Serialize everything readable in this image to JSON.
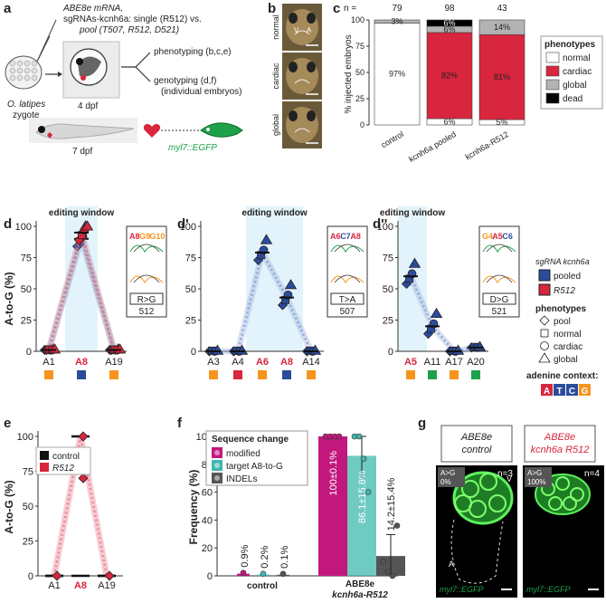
{
  "panels": {
    "a": {
      "label": "a",
      "line1": "ABE8e mRNA,",
      "line2": "sgRNAs-kcnh6a: single (R512) vs.",
      "line3": "pool (T507, R512, D521)",
      "zygote": "O. latipes",
      "zygote2": "zygote",
      "stage1": "4 dpf",
      "pheno": "phenotyping (b,c,e)",
      "geno1": "genotyping (d,f)",
      "geno2": "(individual embryos)",
      "stage2": "7 dpf",
      "reporter": "myl7::EGFP"
    },
    "b": {
      "label": "b",
      "rows": [
        "normal",
        "cardiac",
        "global"
      ],
      "v_lbl": "V",
      "a_lbl": "A"
    },
    "c": {
      "label": "c",
      "legend_title": "phenotypes"
    },
    "d": {
      "label": "d",
      "window": "editing window",
      "box_seq": [
        "A8",
        "G9",
        "G10"
      ],
      "sub": "R>G",
      "pos": "512"
    },
    "d2": {
      "label": "d'",
      "window": "editing window",
      "box_seq": [
        "A6",
        "C7",
        "A8"
      ],
      "sub": "T>A",
      "pos": "507"
    },
    "d3": {
      "label": "d''",
      "window": "editing window",
      "box_seq": [
        "G4",
        "A5",
        "C6"
      ],
      "sub": "D>G",
      "pos": "521"
    },
    "d_ylabel": "A-to-G (%)",
    "d_legend": {
      "title": "sgRNA kcnh6a",
      "items": [
        "pooled",
        "R512"
      ],
      "ph_title": "phenotypes",
      "ph_items": [
        "pool",
        "normal",
        "cardiac",
        "global"
      ],
      "ctx_title": "adenine context:",
      "ctx_letters": [
        "A",
        "T",
        "C",
        "G"
      ]
    },
    "e": {
      "label": "e",
      "ylabel": "A-to-G (%)",
      "legend": [
        "control",
        "R512"
      ]
    },
    "f": {
      "label": "f",
      "ylabel": "Frequency (%)",
      "legend_title": "Sequence change",
      "legend": [
        "modified",
        "target A8-to-G",
        "INDELs"
      ],
      "groups": [
        "control",
        "ABE8e",
        "kcnh6a-R512"
      ],
      "ctrl_labels": [
        "0.9%",
        "0.2%",
        "0.1%"
      ],
      "abe_labels": [
        "100±0.1%",
        "86.1±15.8%",
        "14.2±15.4%"
      ]
    },
    "g": {
      "label": "g",
      "left_title1": "ABE8e",
      "left_title2": "control",
      "right_title1": "ABE8e",
      "right_title2": "kcnh6a R512",
      "left_tag": "A>G",
      "left_pct": "0%",
      "right_tag": "A>G",
      "right_pct": "100%",
      "left_n": "n=3",
      "right_n": "n=4",
      "v": "V",
      "a": "A",
      "reporter": "myl7::EGFP"
    }
  },
  "colors": {
    "red": "#d7263d",
    "blue": "#2b4c9b",
    "orange": "#f7941d",
    "green": "#1fa14a",
    "teal": "#3fb8ae",
    "magenta": "#c2187d",
    "gray": "#7f7f7f",
    "window": "#e3f3fb"
  },
  "chart_data": [
    {
      "type": "bar",
      "panel": "c",
      "ylabel": "% injected embryos",
      "categories": [
        "control",
        "kcnh6a pooled",
        "kcnh6a-R512"
      ],
      "n_label": "n =",
      "n": [
        79,
        98,
        43
      ],
      "ylim": [
        0,
        100
      ],
      "yticks": [
        0,
        25,
        50,
        75,
        100
      ],
      "series": [
        {
          "name": "normal",
          "color": "#ffffff",
          "values": [
            97,
            6,
            5
          ]
        },
        {
          "name": "cardiac",
          "color": "#d7263d",
          "values": [
            0,
            82,
            81
          ]
        },
        {
          "name": "global",
          "color": "#b3b3b3",
          "values": [
            3,
            6,
            14
          ]
        },
        {
          "name": "dead",
          "color": "#000000",
          "values": [
            0,
            6,
            0
          ]
        }
      ],
      "labels": [
        [
          {
            "seg": "normal",
            "text": "97%"
          },
          {
            "seg": "global",
            "text": "3%"
          }
        ],
        [
          {
            "seg": "normal",
            "text": "6%"
          },
          {
            "seg": "cardiac",
            "text": "82%"
          },
          {
            "seg": "global",
            "text": "6%"
          },
          {
            "seg": "dead",
            "text": "6%"
          }
        ],
        [
          {
            "seg": "normal",
            "text": "5%"
          },
          {
            "seg": "cardiac",
            "text": "81%"
          },
          {
            "seg": "global",
            "text": "14%"
          }
        ]
      ]
    },
    {
      "type": "scatter",
      "panel": "d",
      "categories": [
        "A1",
        "A8",
        "A19"
      ],
      "highlight": "A8",
      "context": [
        "orange",
        "blue",
        "orange"
      ],
      "ylim": [
        0,
        100
      ],
      "yticks": [
        0,
        25,
        50,
        75,
        100
      ],
      "series": [
        {
          "name": "pooled",
          "means": [
            1,
            90,
            1
          ]
        },
        {
          "name": "R512",
          "means": [
            1,
            95,
            1
          ]
        }
      ]
    },
    {
      "type": "scatter",
      "panel": "d'",
      "categories": [
        "A3",
        "A4",
        "A6",
        "A8",
        "A14"
      ],
      "highlight": [
        "A6",
        "A8"
      ],
      "context": [
        "orange",
        "red",
        "orange",
        "blue",
        "orange"
      ],
      "ylim": [
        0,
        100
      ],
      "yticks": [
        0,
        25,
        50,
        75,
        100
      ],
      "series": [
        {
          "name": "pooled",
          "means": [
            0,
            0,
            79,
            43,
            0
          ]
        }
      ]
    },
    {
      "type": "scatter",
      "panel": "d''",
      "categories": [
        "A5",
        "A11",
        "A17",
        "A20"
      ],
      "highlight": "A5",
      "context": [
        "orange",
        "green",
        "orange",
        "green"
      ],
      "ylim": [
        0,
        100
      ],
      "yticks": [
        0,
        25,
        50,
        75,
        100
      ],
      "series": [
        {
          "name": "pooled",
          "means": [
            60,
            20,
            0,
            3
          ]
        }
      ]
    },
    {
      "type": "scatter",
      "panel": "e",
      "categories": [
        "A1",
        "A8",
        "A19"
      ],
      "highlight": "A8",
      "ylim": [
        0,
        100
      ],
      "yticks": [
        0,
        25,
        50,
        75,
        100
      ],
      "series": [
        {
          "name": "control",
          "means": [
            0,
            0,
            0
          ]
        },
        {
          "name": "R512",
          "means": [
            0,
            100,
            0
          ]
        }
      ]
    },
    {
      "type": "bar",
      "panel": "f",
      "categories": [
        "control",
        "ABE8e kcnh6a-R512"
      ],
      "ylim": [
        0,
        100
      ],
      "yticks": [
        0,
        20,
        40,
        60,
        80,
        100
      ],
      "series": [
        {
          "name": "modified",
          "values": [
            0.9,
            100
          ]
        },
        {
          "name": "target A8-to-G",
          "values": [
            0.2,
            86.1
          ]
        },
        {
          "name": "INDELs",
          "values": [
            0.1,
            14.2
          ]
        }
      ]
    }
  ]
}
